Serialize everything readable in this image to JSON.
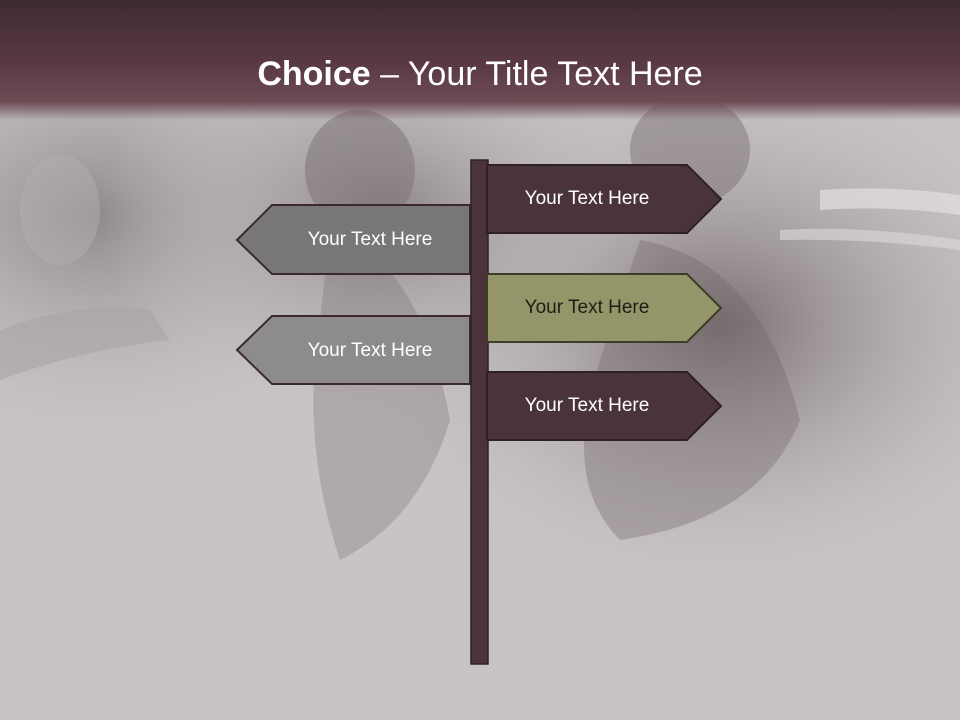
{
  "title": {
    "bold": "Choice",
    "separator": " – ",
    "rest": "Your Title Text Here"
  },
  "signs": {
    "right_1": {
      "label": "Your Text Here",
      "color": "#4b333a"
    },
    "left_1": {
      "label": "Your Text Here",
      "color": "#787676"
    },
    "right_2": {
      "label": "Your Text Here",
      "color": "#94966a"
    },
    "left_2": {
      "label": "Your Text Here",
      "color": "#8e8b8b"
    },
    "right_3": {
      "label": "Your Text Here",
      "color": "#4b333a"
    }
  },
  "colors": {
    "title_bar": "#4f343c",
    "post": "#4b333a",
    "sign_outline": "#3a2a2f",
    "background": "#c8c4c5"
  }
}
